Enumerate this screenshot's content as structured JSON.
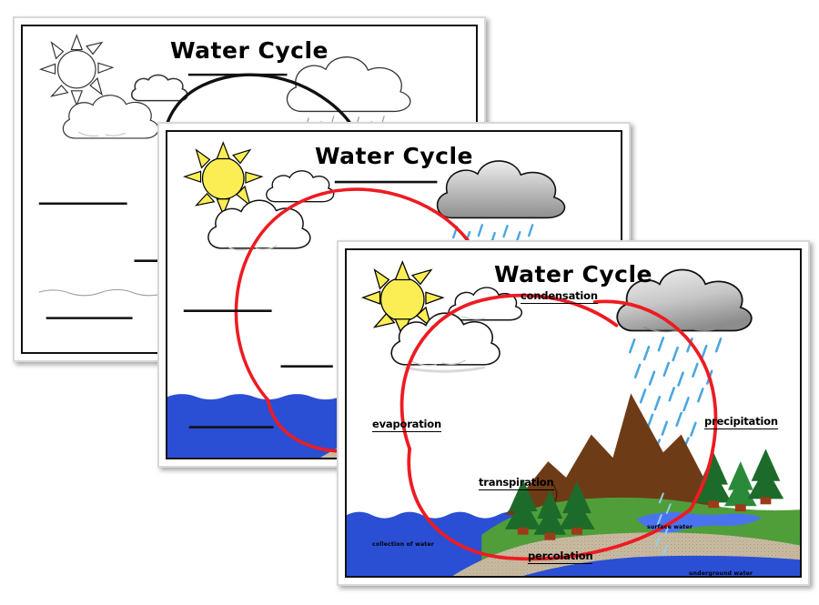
{
  "page": {
    "background": "#ffffff",
    "description": "Three overlapping Water Cycle chart cards: blackline master, colour unlabeled, colour labeled"
  },
  "cards": [
    {
      "id": "card-blackline",
      "title": "Water Cycle",
      "style": "blackline-unlabeled",
      "labeled": false,
      "color": false,
      "blank_lines": 6
    },
    {
      "id": "card-color-unlabeled",
      "title": "Water Cycle",
      "style": "color-unlabeled",
      "labeled": false,
      "color": true,
      "blank_lines": 6
    },
    {
      "id": "card-color-labeled",
      "title": "Water Cycle",
      "style": "color-labeled",
      "labeled": true,
      "color": true,
      "labels": {
        "condensation": "condensation",
        "evaporation": "evaporation",
        "precipitation": "precipitation",
        "transpiration": "transpiration",
        "percolation": "percolation"
      },
      "mini_labels": {
        "collection_of_water": "collection of water",
        "surface_water": "surface water",
        "underground_water": "underground water"
      }
    }
  ],
  "colors": {
    "cycle_arrow_color": "#ee1b22",
    "cycle_arrow_color_bw": "#111111",
    "sun_fill": "#fbee55",
    "sun_outline": "#000000",
    "cloud_white": "#ffffff",
    "rain_cloud_light": "#e2e2e2",
    "rain_cloud_dark": "#9a9a9a",
    "raindrop": "#49a6e0",
    "water_blue": "#2b4fd4",
    "surface_water_blue": "#4a74ef",
    "grass_green": "#4f9e3a",
    "mountain_brown": "#6e3b17",
    "soil_tan": "#c9bba2",
    "tree_green_dark": "#1d6b2a",
    "tree_green_mid": "#2a8a3a",
    "tree_trunk": "#9c3b1a",
    "card_border": "#d8d8d8",
    "frame_black": "#111111"
  }
}
